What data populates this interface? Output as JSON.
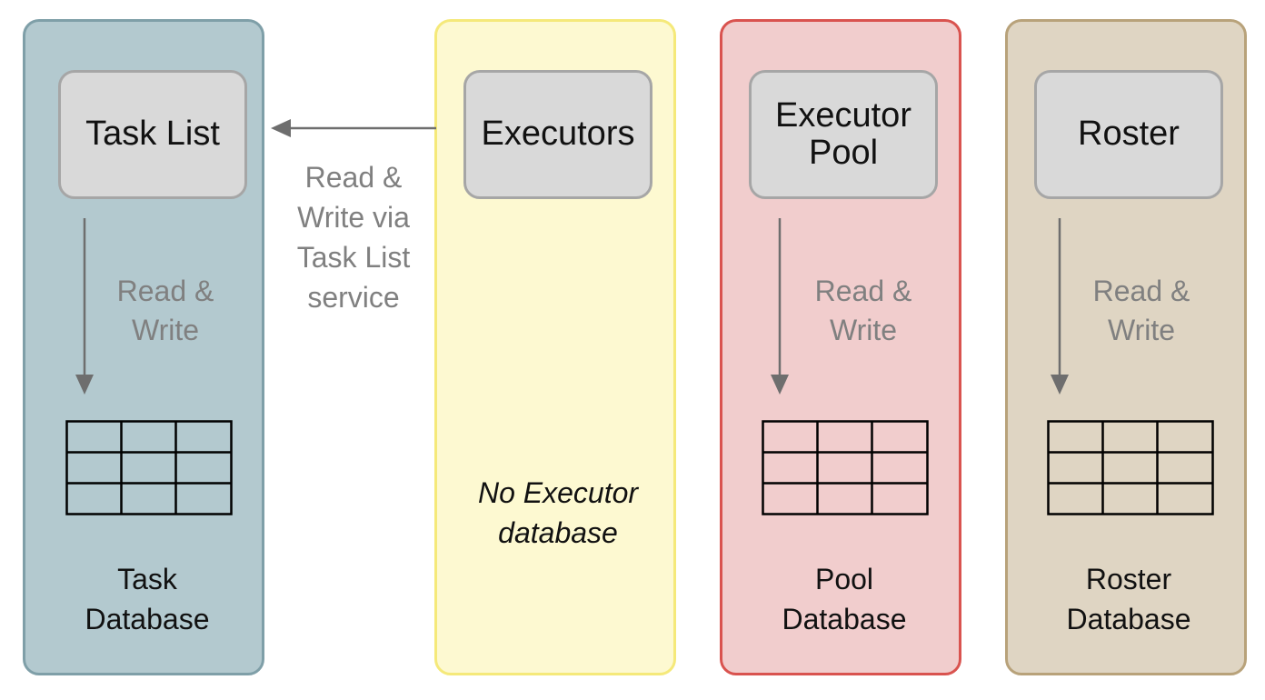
{
  "columns": {
    "task": {
      "service": "Task List",
      "access_label": "Read &\nWrite",
      "database_label": "Task\nDatabase",
      "fill": "#b3c9cf",
      "border": "#7f9fa8"
    },
    "executors": {
      "service": "Executors",
      "note": "No Executor\ndatabase",
      "fill": "#fdf9d1",
      "border": "#f5e97a"
    },
    "pool": {
      "service": "Executor\nPool",
      "access_label": "Read &\nWrite",
      "database_label": "Pool\nDatabase",
      "fill": "#f1cdcd",
      "border": "#d9534f"
    },
    "roster": {
      "service": "Roster",
      "access_label": "Read &\nWrite",
      "database_label": "Roster\nDatabase",
      "fill": "#dfd5c3",
      "border": "#b8a27a"
    }
  },
  "link": {
    "from": "Executors",
    "to": "Task List",
    "label": "Read &\nWrite via\nTask List\nservice"
  },
  "icons": {
    "database": "database-table-icon",
    "arrow": "arrow-icon"
  }
}
